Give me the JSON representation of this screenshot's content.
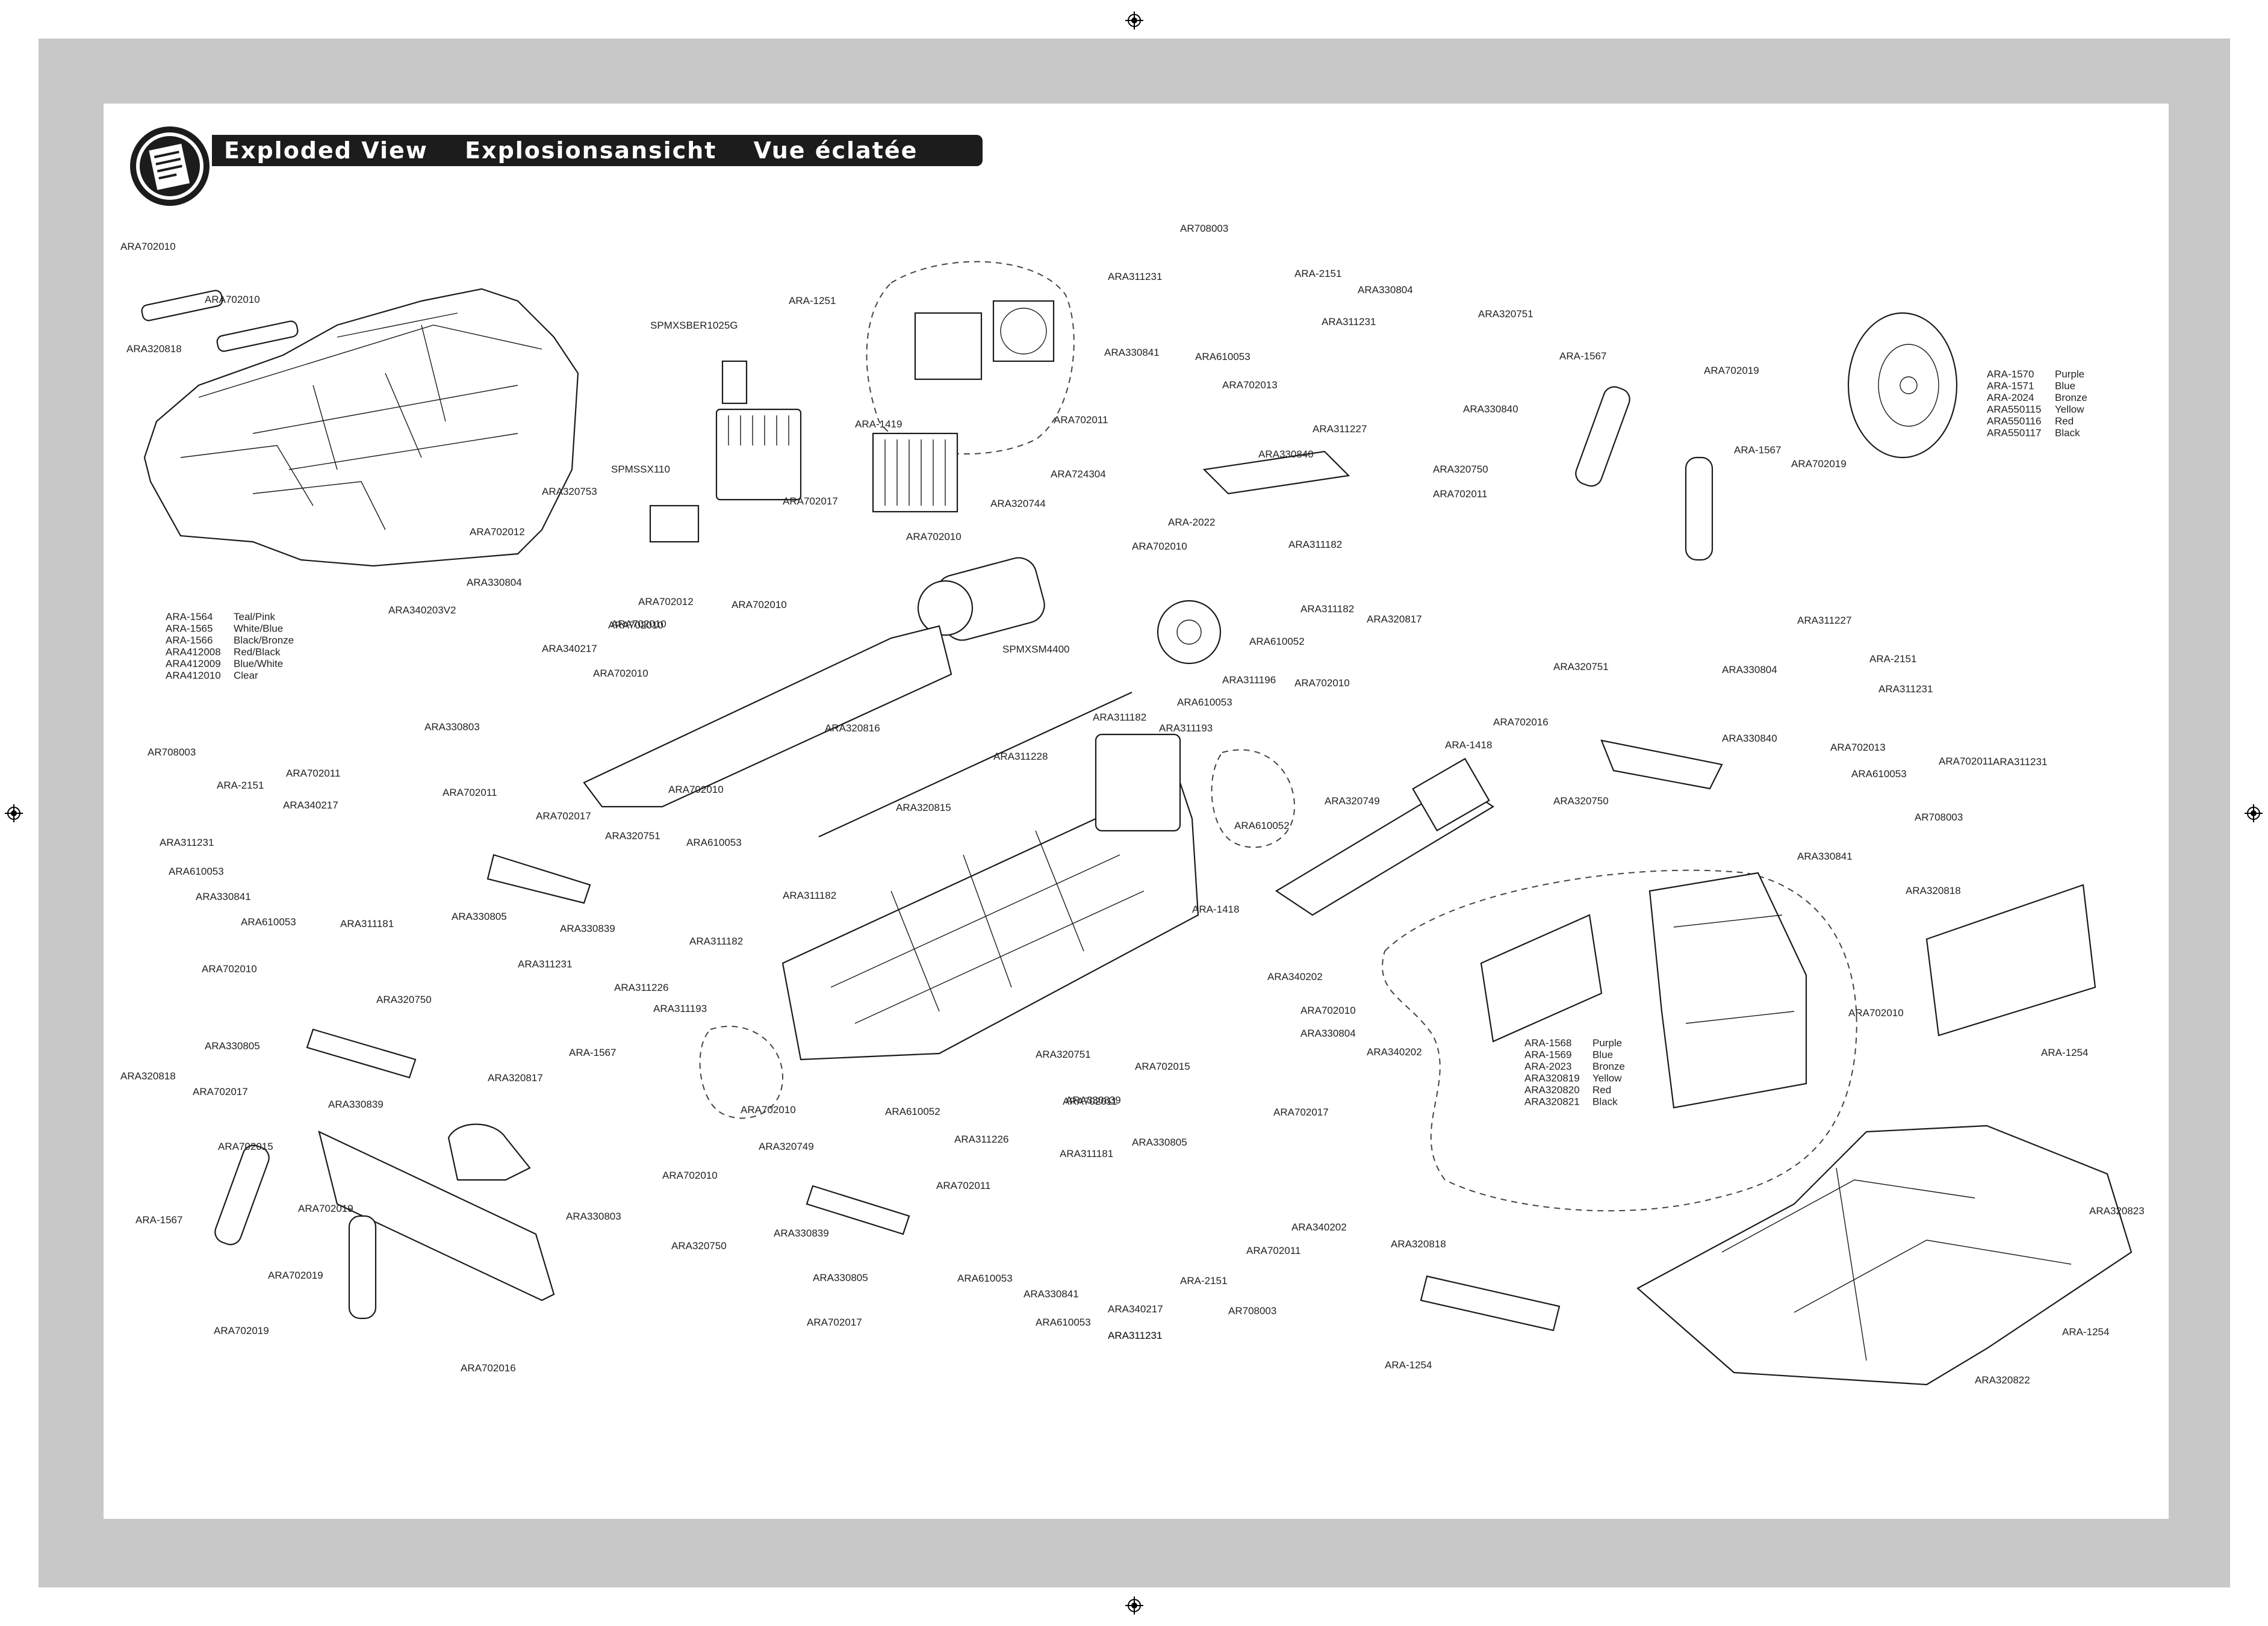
{
  "title": {
    "en": "Exploded View",
    "de": "Explosionsansicht",
    "fr": "Vue éclatée"
  },
  "parts": {
    "body_colors": [
      {
        "code": "ARA-1564",
        "color": "Teal/Pink"
      },
      {
        "code": "ARA-1565",
        "color": "White/Blue"
      },
      {
        "code": "ARA-1566",
        "color": "Black/Bronze"
      },
      {
        "code": "ARA412008",
        "color": "Red/Black"
      },
      {
        "code": "ARA412009",
        "color": "Blue/White"
      },
      {
        "code": "ARA412010",
        "color": "Clear"
      }
    ],
    "wheel_colors": [
      {
        "code": "ARA-1570",
        "color": "Purple"
      },
      {
        "code": "ARA-1571",
        "color": "Blue"
      },
      {
        "code": "ARA-2024",
        "color": "Bronze"
      },
      {
        "code": "ARA550115",
        "color": "Yellow"
      },
      {
        "code": "ARA550116",
        "color": "Red"
      },
      {
        "code": "ARA550117",
        "color": "Black"
      }
    ],
    "cage_colors": [
      {
        "code": "ARA-1568",
        "color": "Purple"
      },
      {
        "code": "ARA-1569",
        "color": "Blue"
      },
      {
        "code": "ARA-2023",
        "color": "Bronze"
      },
      {
        "code": "ARA320819",
        "color": "Yellow"
      },
      {
        "code": "ARA320820",
        "color": "Red"
      },
      {
        "code": "ARA320821",
        "color": "Black"
      }
    ],
    "labels": [
      "ARA702010",
      "ARA702010",
      "ARA320818",
      "AR708003",
      "ARA311231",
      "ARA-2151",
      "ARA330804",
      "ARA320751",
      "ARA-1251",
      "SPMXSBER1025G",
      "ARA330841",
      "ARA610053",
      "ARA702013",
      "ARA311231",
      "ARA330840",
      "ARA-1567",
      "ARA702019",
      "ARA-1419",
      "ARA702011",
      "ARA311227",
      "ARA330840",
      "ARA320750",
      "ARA-1567",
      "ARA702019",
      "SPMSSX110",
      "ARA702017",
      "ARA724304",
      "ARA-2022",
      "ARA320744",
      "ARA702011",
      "ARA702010",
      "ARA320753",
      "ARA702012",
      "ARA702010",
      "ARA311182",
      "ARA702010",
      "ARA330804",
      "ARA702012",
      "ARA340203V2",
      "ARA702010",
      "ARA340217",
      "ARA702010",
      "ARA311182",
      "ARA610052",
      "ARA320817",
      "ARA702010",
      "ARA311196",
      "SPMXSM4400",
      "ARA311182",
      "ARA610053",
      "ARA320816",
      "ARA311193",
      "ARA702010",
      "ARA320751",
      "ARA702016",
      "ARA311227",
      "ARA330804",
      "ARA-2151",
      "ARA311231",
      "AR708003",
      "ARA-2151",
      "ARA702011",
      "ARA330803",
      "ARA340217",
      "ARA702011",
      "ARA702017",
      "ARA311231",
      "ARA610053",
      "ARA330841",
      "ARA610053",
      "ARA320751",
      "ARA702010",
      "ARA610053",
      "ARA311228",
      "ARA320815",
      "ARA-1418",
      "ARA320749",
      "ARA610052",
      "ARA320750",
      "ARA702013",
      "ARA330840",
      "ARA610053",
      "ARA702011",
      "ARA311231",
      "AR708003",
      "ARA330841",
      "ARA311181",
      "ARA330805",
      "ARA330839",
      "ARA311182",
      "ARA311182",
      "ARA-1418",
      "ARA320818",
      "ARA702010",
      "ARA311231",
      "ARA311226",
      "ARA702010",
      "ARA320750",
      "ARA330805",
      "ARA330839",
      "ARA320818",
      "ARA702017",
      "ARA311193",
      "ARA340202",
      "ARA702010",
      "ARA330804",
      "ARA702015",
      "ARA340202",
      "ARA320751",
      "ARA702011",
      "ARA702010",
      "ARA610052",
      "ARA330839",
      "ARA702017",
      "ARA702015",
      "ARA-1567",
      "ARA702019",
      "ARA-1567",
      "ARA702010",
      "ARA320749",
      "ARA311226",
      "ARA311181",
      "ARA330805",
      "ARA330803",
      "ARA320817",
      "ARA702011",
      "ARA702019",
      "ARA702019",
      "ARA702016",
      "ARA320750",
      "ARA311231",
      "ARA340217",
      "ARA340202",
      "ARA702011",
      "ARA330839",
      "ARA610053",
      "ARA-2151",
      "ARA330805",
      "ARA330841",
      "AR708003",
      "ARA702017",
      "ARA610053",
      "ARA311231",
      "ARA320818",
      "ARA320823",
      "ARA-1254",
      "ARA-1254",
      "ARA-1254",
      "ARA320822"
    ]
  }
}
